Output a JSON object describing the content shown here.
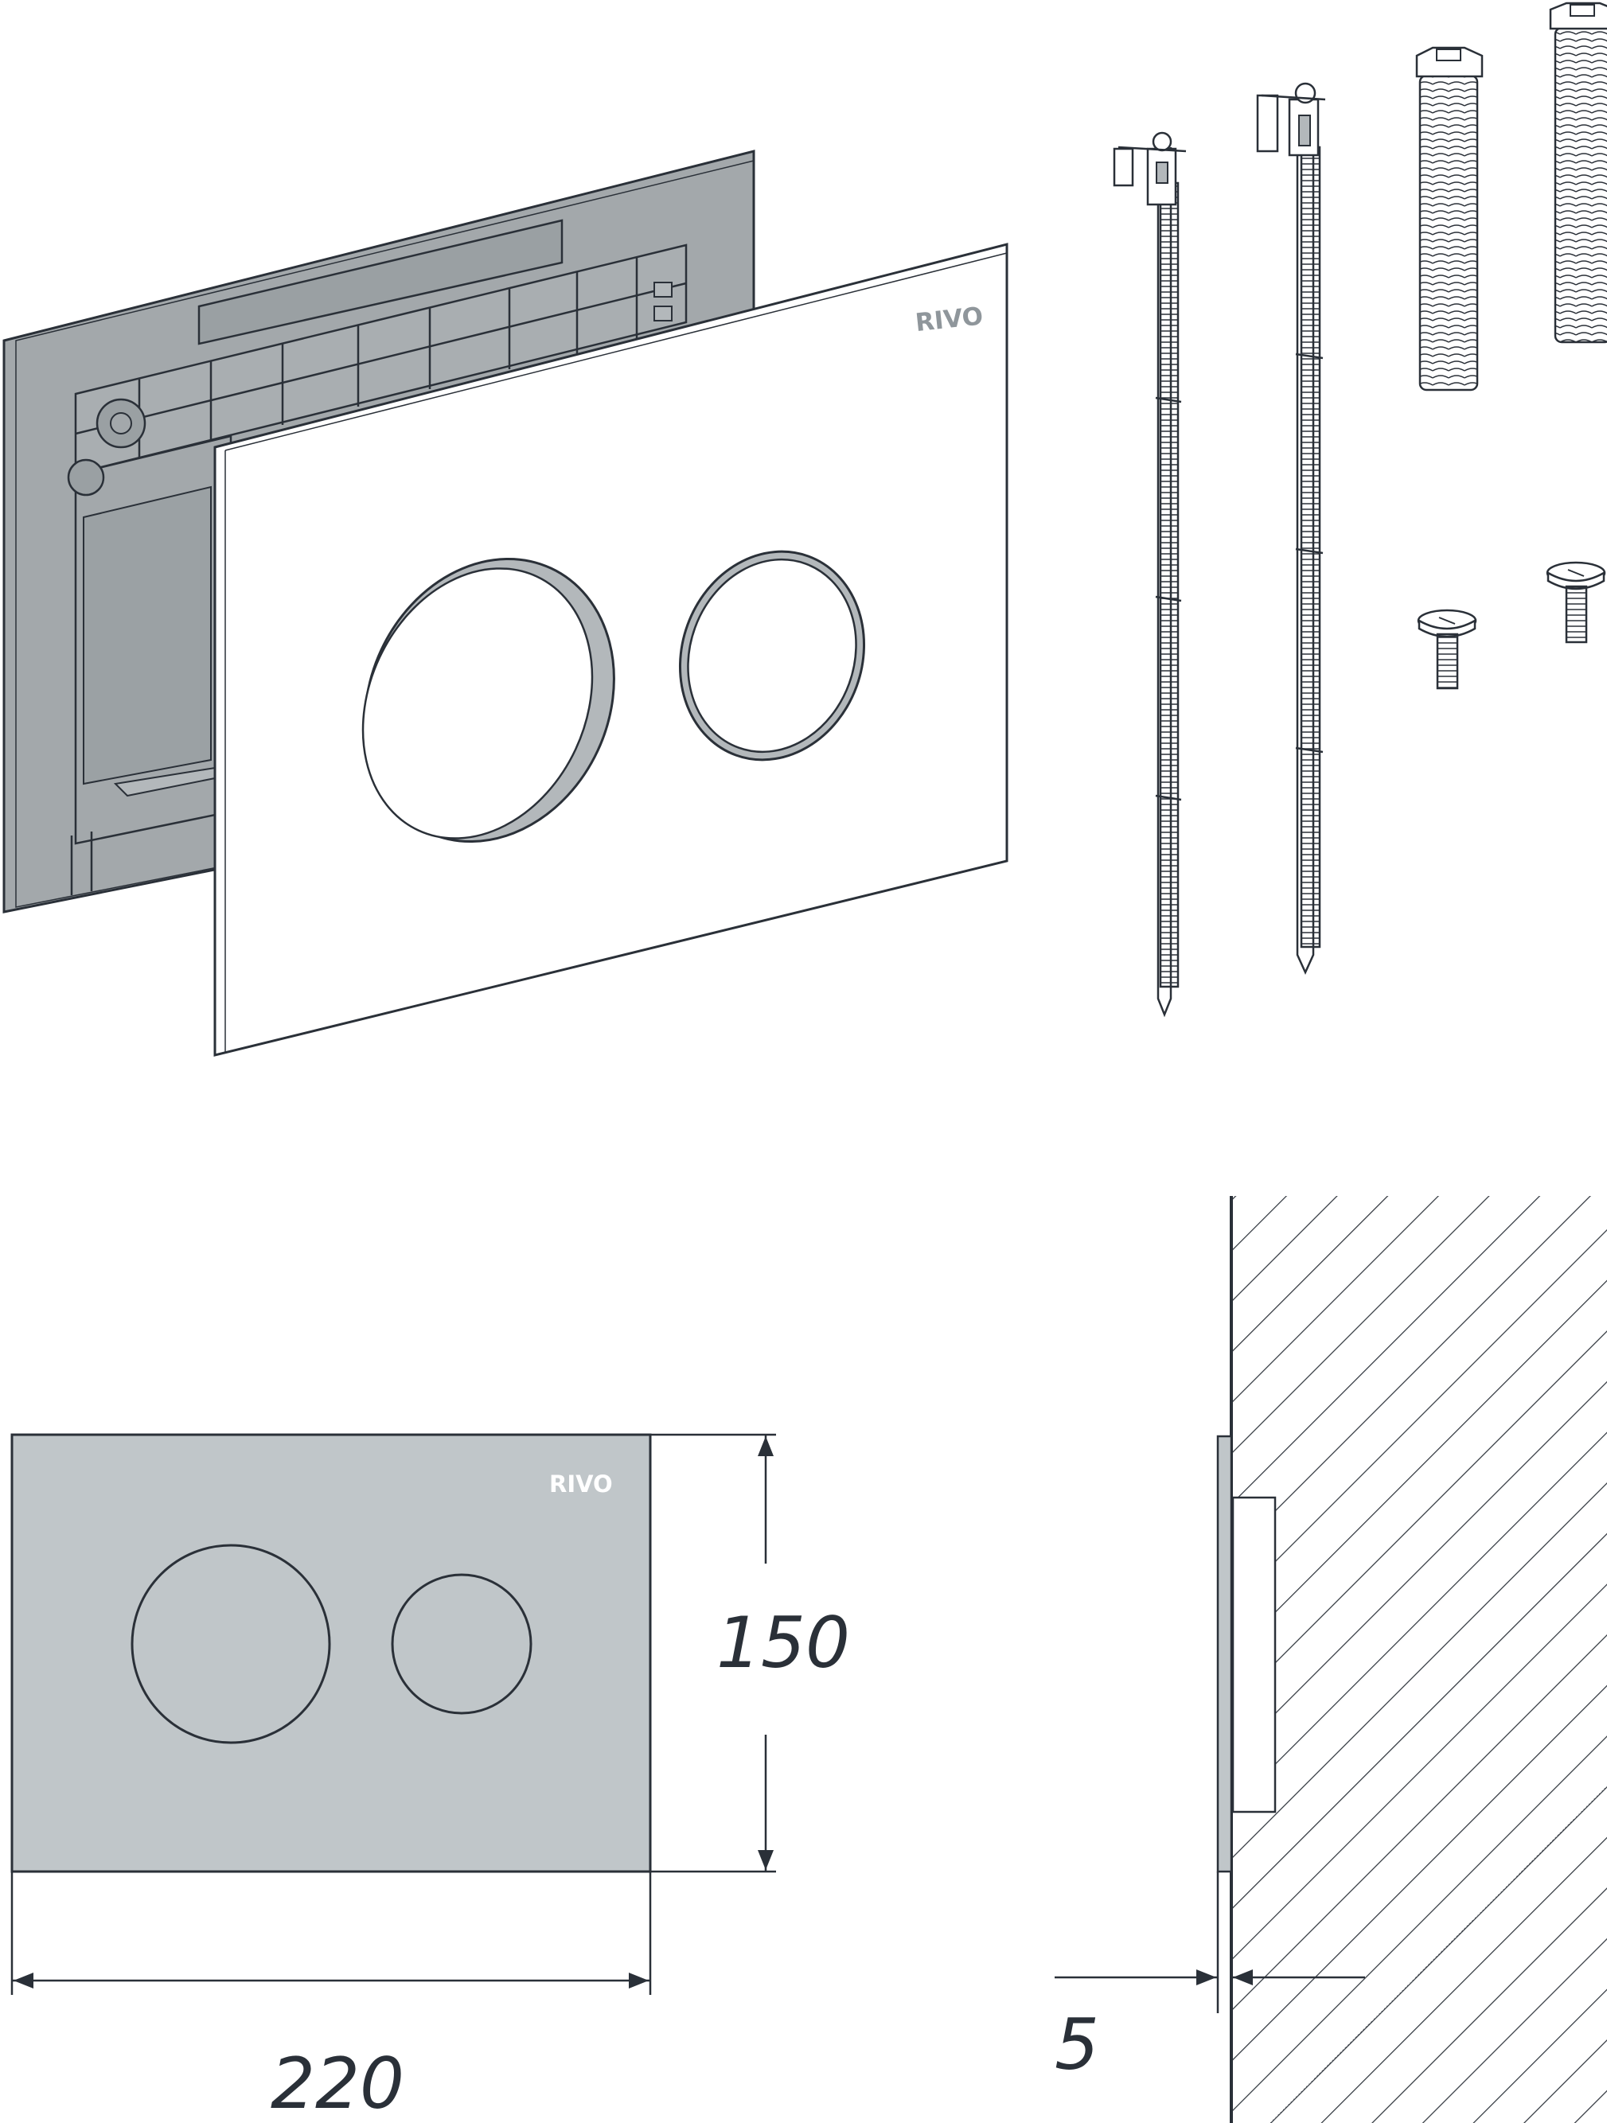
{
  "brand": {
    "logo_top": "RIVO",
    "logo_front": "RIVO"
  },
  "dimensions": {
    "width": "220",
    "height": "150",
    "depth": "5"
  },
  "colors": {
    "stroke": "#2a3038",
    "frame_fill": "#a3a8ab",
    "plate_front_fill": "#c0c6c9",
    "inner_ring_fill": "#b3b8bb",
    "logo_front": "#ffffff",
    "logo_top": "#8f969b"
  }
}
